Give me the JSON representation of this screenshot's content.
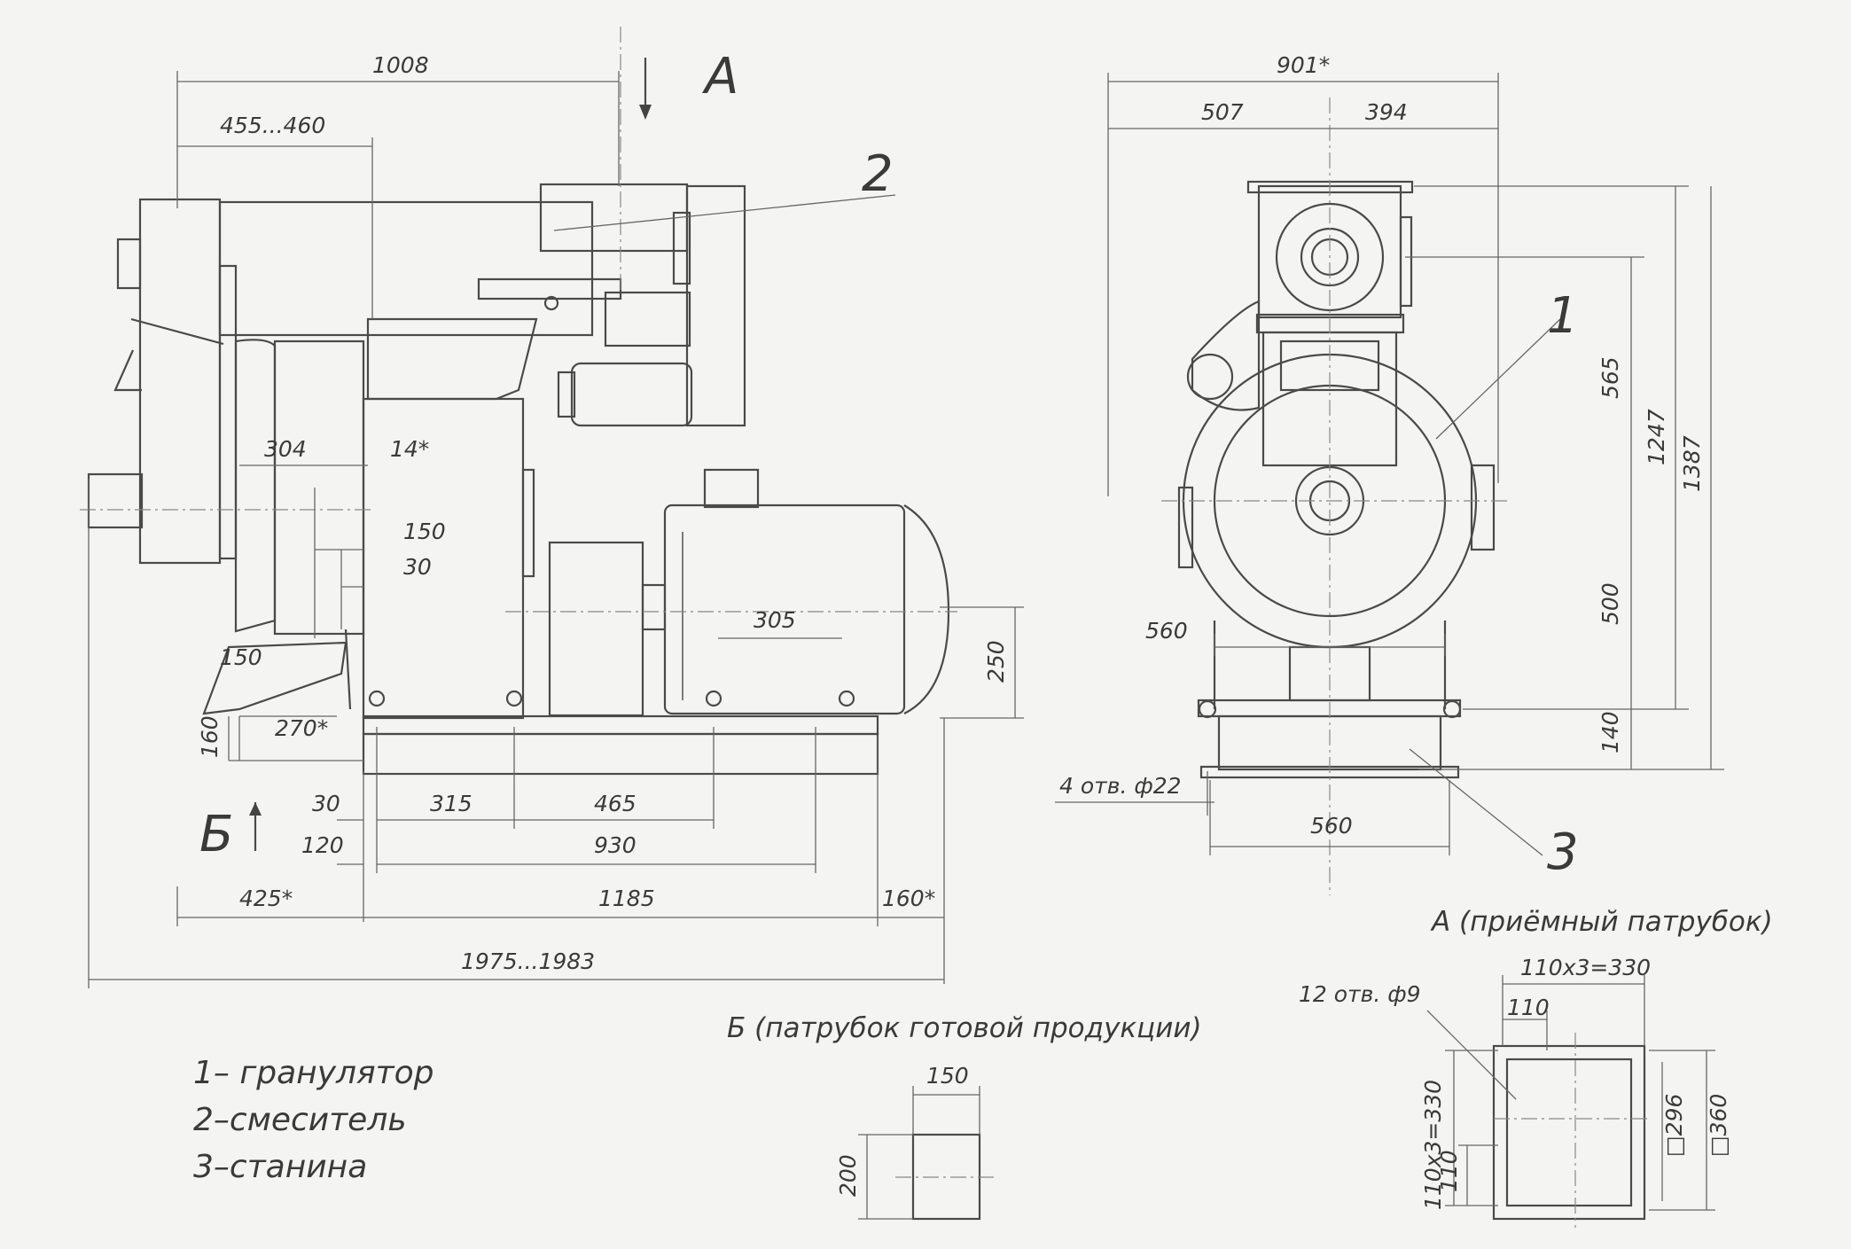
{
  "view_labels": {
    "a_arrow": "А",
    "b_arrow": "Б",
    "view_a_caption": "А (приёмный патрубок)",
    "view_b_caption": "Б (патрубок готовой продукции)"
  },
  "callouts": {
    "c1": "1",
    "c2": "2",
    "c3": "3"
  },
  "legend": [
    "1– гранулятор",
    "2–смеситель",
    "3–станина"
  ],
  "side_view_dims": {
    "d1008": "1008",
    "d455": "455...460",
    "d304": "304",
    "d14": "14*",
    "d150": "150",
    "d30": "30",
    "d305": "305",
    "d250": "250",
    "d150b": "150",
    "d160": "160",
    "d270": "270*",
    "d30b": "30",
    "d315": "315",
    "d465": "465",
    "d120": "120",
    "d930": "930",
    "d425": "425*",
    "d1185": "1185",
    "d160b": "160*",
    "d1975": "1975...1983"
  },
  "front_view_dims": {
    "d901": "901*",
    "d507": "507",
    "d394": "394",
    "d565": "565",
    "d1247": "1247",
    "d1387": "1387",
    "d500": "500",
    "d140": "140",
    "d560a": "560",
    "d560b": "560",
    "holes": "4 отв. ф22"
  },
  "view_a_dims": {
    "top": "110x3=330",
    "d110": "110",
    "holes": "12 отв. ф9",
    "side": "110x3=330",
    "d110b": "110",
    "d296": "□296",
    "d360": "□360"
  },
  "view_b_dims": {
    "d150": "150",
    "d200": "200"
  }
}
